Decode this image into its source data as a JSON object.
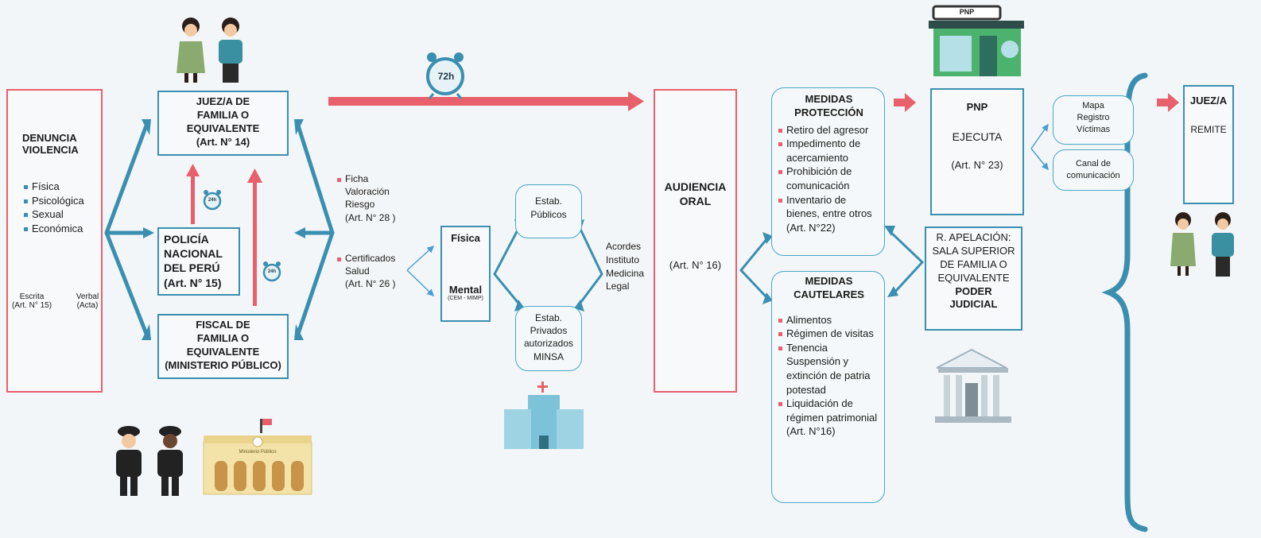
{
  "denuncia": {
    "title_line1": "DENUNCIA",
    "title_line2": "VIOLENCIA",
    "types": [
      "Física",
      "Psicológica",
      "Sexual",
      "Económica"
    ],
    "escrita": "Escrita",
    "escrita_art": "(Art. N° 15)",
    "verbal": "Verbal",
    "verbal_art": "(Acta)"
  },
  "juez_familia": {
    "line1": "JUEZ/A DE",
    "line2": "FAMILIA O",
    "line3": "EQUIVALENTE",
    "art": "(Art. N° 14)"
  },
  "policia": {
    "line1": "POLICÍA",
    "line2": "NACIONAL",
    "line3": "DEL PERÚ",
    "art": "(Art. N° 15)"
  },
  "fiscal": {
    "line1": "FISCAL DE",
    "line2": "FAMILIA O",
    "line3": "EQUIVALENTE",
    "line4": "(MINISTERIO PÚBLICO)"
  },
  "timer_72": "72h",
  "timer_24a": "24h",
  "timer_24b": "24h",
  "ficha": {
    "l1": "Ficha",
    "l2": "Valoración",
    "l3": "Riesgo",
    "art": "(Art. N° 28 )"
  },
  "certificados": {
    "l1": "Certificados",
    "l2": "Salud",
    "art": "(Art. N° 26 )"
  },
  "fisica_mental": {
    "fisica": "Física",
    "mental": "Mental",
    "mental_sub": "(CEM - MIMP)"
  },
  "estab_publicos": {
    "l1": "Estab.",
    "l2": "Públicos"
  },
  "estab_privados": {
    "l1": "Estab.",
    "l2": "Privados",
    "l3": "autorizados",
    "l4": "MINSA"
  },
  "acordes": {
    "l1": "Acordes",
    "l2": "Instituto",
    "l3": "Medicina",
    "l4": "Legal"
  },
  "audiencia": {
    "l1": "AUDIENCIA",
    "l2": "ORAL",
    "art": "(Art. N° 16)"
  },
  "medidas_proteccion": {
    "title1": "MEDIDAS",
    "title2": "PROTECCIÓN",
    "items": [
      "Retiro del agresor",
      "Impedimento de acercamiento",
      "Prohibición de comunicación",
      "Inventario de bienes, entre otros (Art. N°22)"
    ]
  },
  "medidas_cautelares": {
    "title1": "MEDIDAS",
    "title2": "CAUTELARES",
    "items": [
      "Alimentos",
      "Régimen de visitas",
      "Tenencia Suspensión y extinción de patria potestad",
      "Liquidación de régimen patrimonial (Art. N°16)"
    ]
  },
  "pnp_sign": "PNP",
  "pnp_box": {
    "title": "PNP",
    "action": "EJECUTA",
    "art": "(Art. N° 23)"
  },
  "mapa": {
    "l1": "Mapa",
    "l2": "Registro",
    "l3": "Víctimas"
  },
  "canal": {
    "l1": "Canal de",
    "l2": "comunicación"
  },
  "apelacion": {
    "l1": "R. APELACIÓN:",
    "l2": "SALA SUPERIOR",
    "l3": "DE FAMILIA O",
    "l4": "EQUIVALENTE",
    "l5": "PODER",
    "l6": "JUDICIAL"
  },
  "juez_remite": {
    "title": "JUEZ/A",
    "action": "REMITE"
  },
  "ministerio_sign": "Ministerio Público",
  "colors": {
    "red": "#e8606c",
    "blue": "#3a8fb0",
    "teal": "#4aa5c4"
  }
}
